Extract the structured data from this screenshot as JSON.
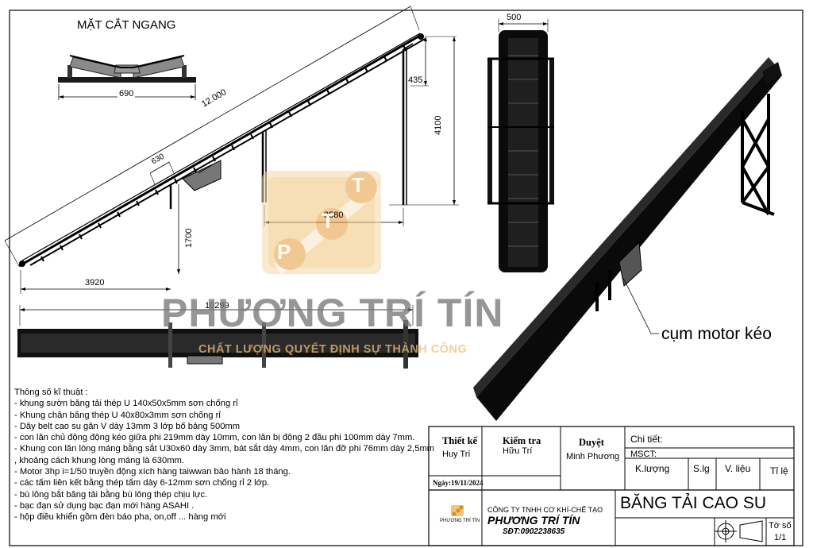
{
  "section_label": "MẶT CẮT NGANG",
  "dimensions": {
    "cross_section_width": "690",
    "total_length": "12.000",
    "roller_spacing": "630",
    "top_offset": "435",
    "height": "4100",
    "leg_spacing": "3580",
    "low_leg_height": "1700",
    "low_leg_offset": "3920",
    "plan_length": "10299",
    "belt_width": "500"
  },
  "callout": "cụm motor kéo",
  "watermark": {
    "logo_letters": [
      "P",
      "T",
      "T"
    ],
    "company": "PHƯƠNG TRÍ TÍN",
    "slogan": "CHẤT LƯỢNG QUYẾT ĐỊNH SỰ THÀNH CÔNG"
  },
  "specs": {
    "title": "Thông số kĩ thuật :",
    "lines": [
      "- khung sườn băng tải thép U 140x50x5mm sơn chống rỉ",
      "- Khung chân băng thép U 40x80x3mm sơn chống rỉ",
      "- Dây belt cao su gân V dày 13mm 3 lớp bố bảng 500mm",
      "- con lăn chủ động động kéo giữa phi 219mm dày 10mm, con lăn bị động 2 đầu phi 100mm dày 7mm.",
      "- Khung con lăn lòng máng bằng sắt U30x60 dày 3mm, bát sắt dày 4mm, con lăn đỡ phi 76mm dày 2,5mm , khoảng cách khung lòng máng là 630mm.",
      "- Motor 3hp i=1/50 truyền động xích hàng taiwwan bảo hành 18 tháng.",
      "- các tấm liên kết bằng thép tấm dày 6-12mm sơn chống rỉ 2 lớp.",
      "- bù lông bắt băng tải bằng bù lông thép chịu lực.",
      "- bạc đạn sử dụng bạc đạn mới hàng ASAHI .",
      "- hộp điều khiển gồm đèn báo pha, on,off ... hàng mới"
    ]
  },
  "title_block": {
    "design_label": "Thiết kế",
    "design_name": "Huy Trí",
    "check_label": "Kiểm tra",
    "check_name": "Hữu Trí",
    "approve_label": "Duyệt",
    "approve_name": "Minh Phương",
    "date": "Ngày:19/11/2024",
    "detail_label": "Chi tiết:",
    "msct_label": "MSCT:",
    "weight_label": "K.lượng",
    "qty_label": "S.lg",
    "material_label": "V. liệu",
    "scale_label": "Tỉ lệ",
    "company_logo_text": "PHƯƠNG TRÍ TÍN",
    "company_name": "CÔNG TY TNHH CƠ KHÍ-CHẾ TẠO",
    "company_brand": "PHƯƠNG TRÍ TÍN",
    "phone": "SĐT:0902238635",
    "drawing_title": "BĂNG TẢI CAO SU",
    "sheet_label": "Tờ số",
    "sheet_value": "1/1"
  }
}
